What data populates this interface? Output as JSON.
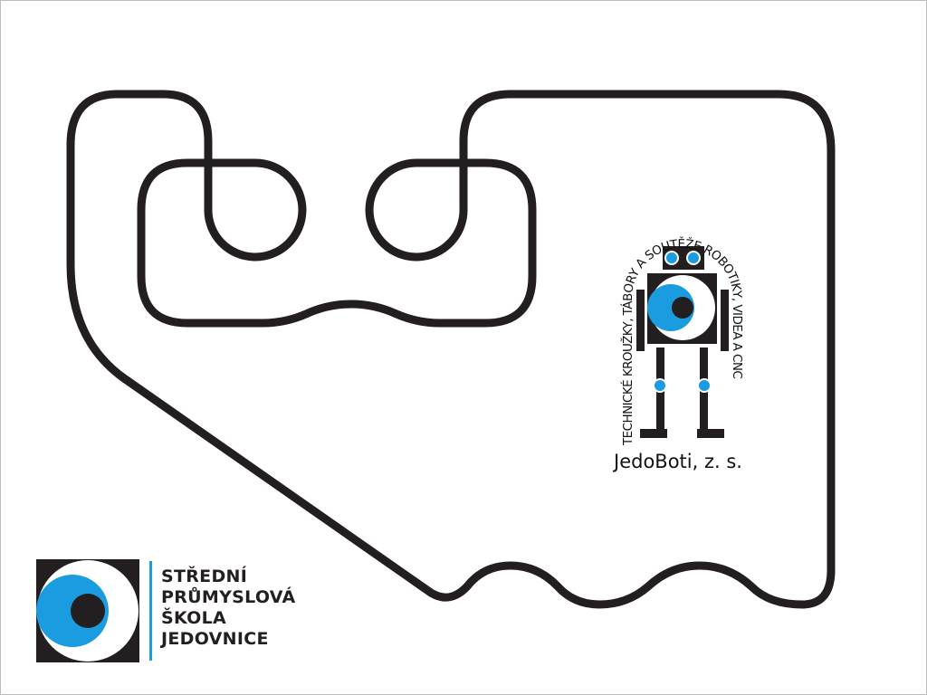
{
  "track": {
    "line_color": "#231f20",
    "stroke_style": "thick black line-follower track"
  },
  "school_logo": {
    "lines": [
      "STŘEDNÍ",
      "PRŮMYSLOVÁ",
      "ŠKOLA",
      "JEDOVNICE"
    ],
    "dark_color": "#231f20",
    "accent_color": "#1b9be0",
    "icon": "eye-logo-icon"
  },
  "club_logo": {
    "arc_text": "TECHNICKÉ KROUŽKY, TÁBORY A SOUTĚŽE ROBOTIKY, VIDEA A CNC",
    "name": "JedoBoti, z. s.",
    "accent_color": "#1b9be0",
    "icon": "robot-icon"
  }
}
